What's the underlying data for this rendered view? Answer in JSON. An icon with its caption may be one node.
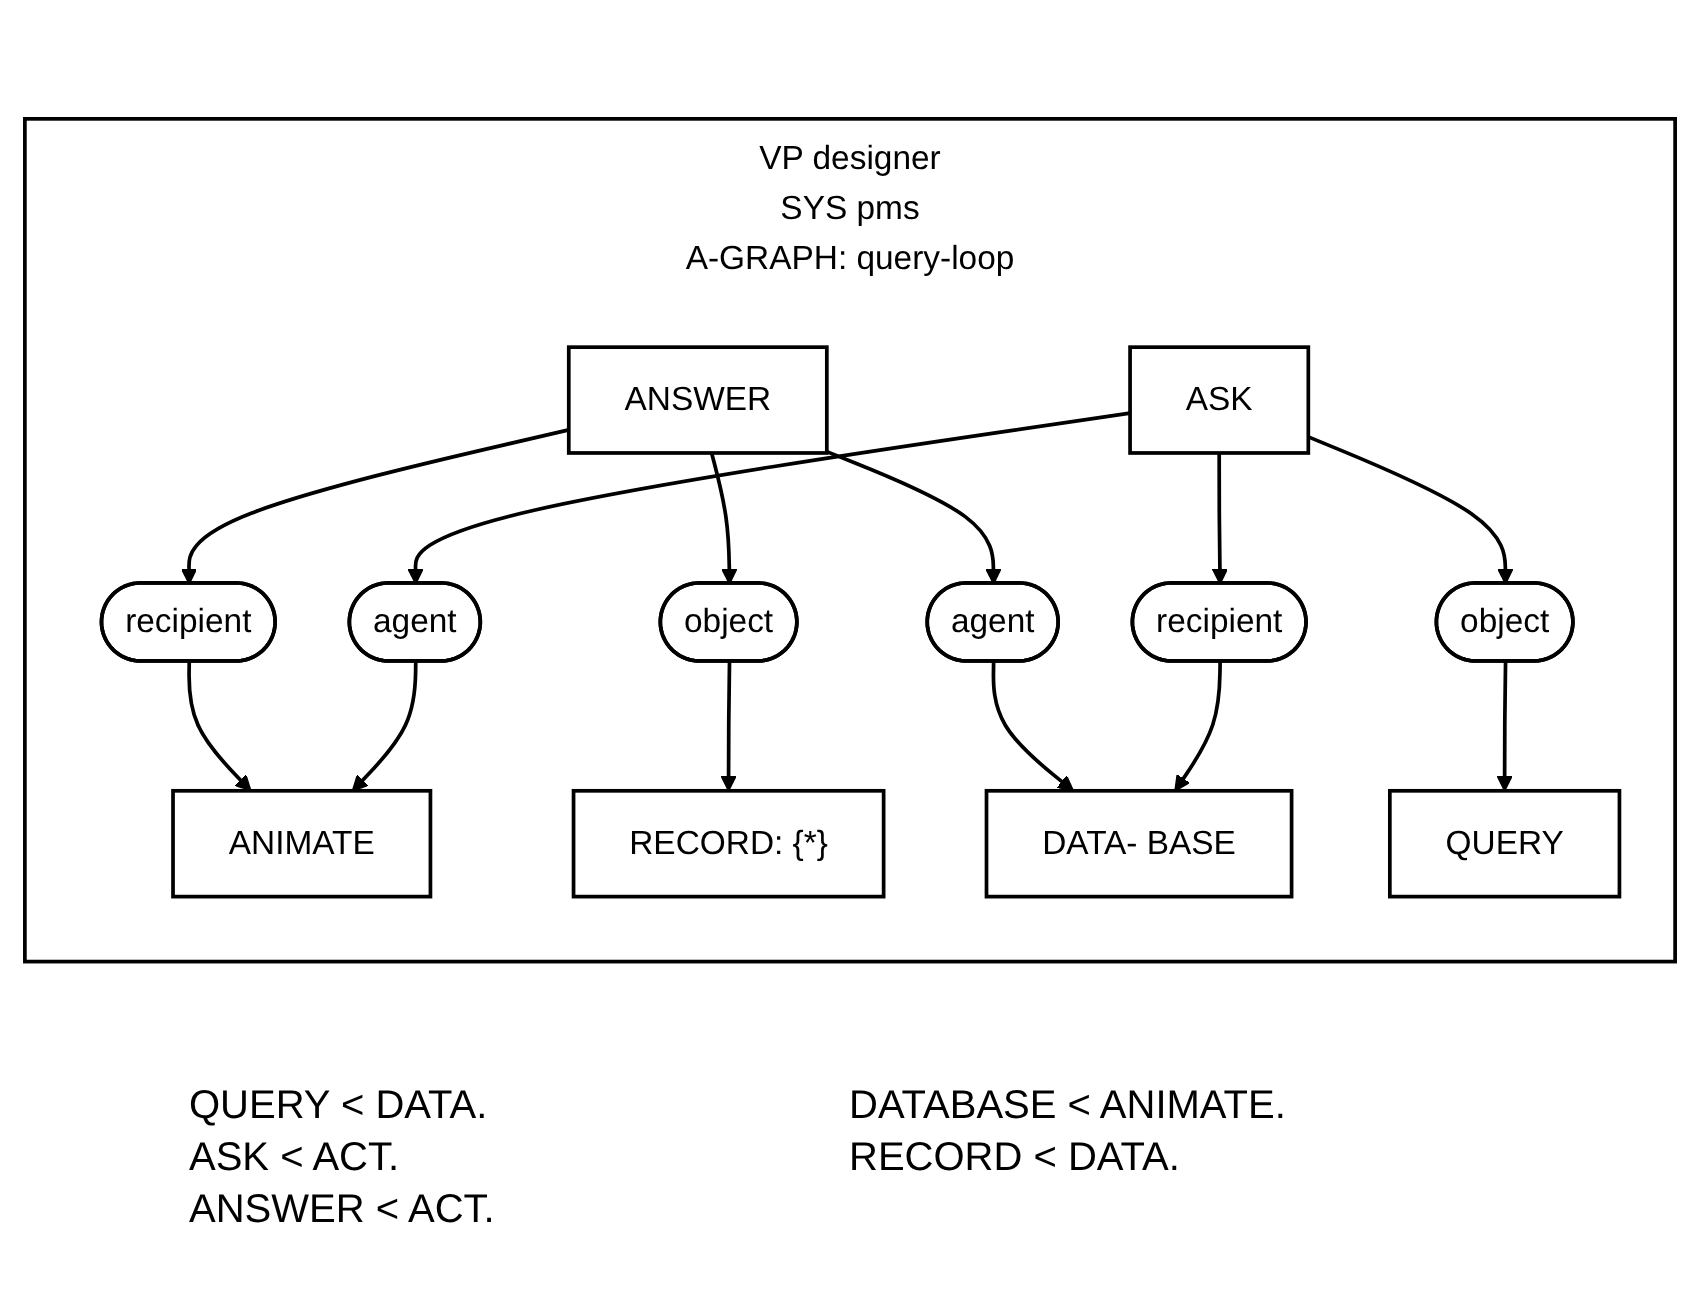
{
  "diagram": {
    "nodes": [
      {
        "text": [
          "VP designer",
          "SYS pms",
          "A-GRAPH: query-loop"
        ]
      },
      {
        "text": [
          "ANIMATE"
        ],
        "in": 0
      },
      {
        "text": [
          "ANSWER"
        ],
        "in": 0
      },
      {
        "text": [
          "object"
        ],
        "in": 0
      },
      {
        "text": [
          "recipient"
        ],
        "in": 0
      },
      {
        "text": [
          "QUERY"
        ],
        "in": 0
      },
      {
        "text": [
          "agent"
        ],
        "in": 0
      },
      {
        "text": [
          "agent"
        ],
        "in": 0
      },
      {
        "text": [
          "RECORD: {*}"
        ],
        "in": 0
      },
      {
        "text": [
          "recipient"
        ],
        "in": 0
      },
      {
        "text": [
          "object"
        ],
        "in": 0
      },
      {
        "text": [
          "ASK"
        ],
        "in": 0
      },
      {
        "text": [
          "DATA- BASE"
        ],
        "in": 0
      }
    ],
    "edges": [
      {
        "from": 2,
        "to": 3,
        "arrow": "to"
      },
      {
        "from": 3,
        "to": 8,
        "arrow": "to"
      },
      {
        "from": 2,
        "to": 4,
        "arrow": "to"
      },
      {
        "from": 4,
        "to": 1,
        "arrow": "to"
      },
      {
        "from": 2,
        "to": 7,
        "arrow": "to"
      },
      {
        "from": 7,
        "to": 12,
        "arrow": "to"
      },
      {
        "from": 11,
        "to": 9,
        "arrow": "to"
      },
      {
        "from": 9,
        "to": 12,
        "arrow": "to"
      },
      {
        "from": 11,
        "to": 6,
        "arrow": "to"
      },
      {
        "from": 6,
        "to": 1,
        "arrow": "to"
      },
      {
        "from": 11,
        "to": 10,
        "arrow": "to"
      },
      {
        "from": 10,
        "to": 5,
        "arrow": "to"
      }
    ],
    "labels": [
      "QUERY < DATA.",
      "ASK < ACT.",
      "ANSWER < ACT.",
      "DATABASE < ANIMATE.",
      "RECORD < DATA."
    ]
  }
}
